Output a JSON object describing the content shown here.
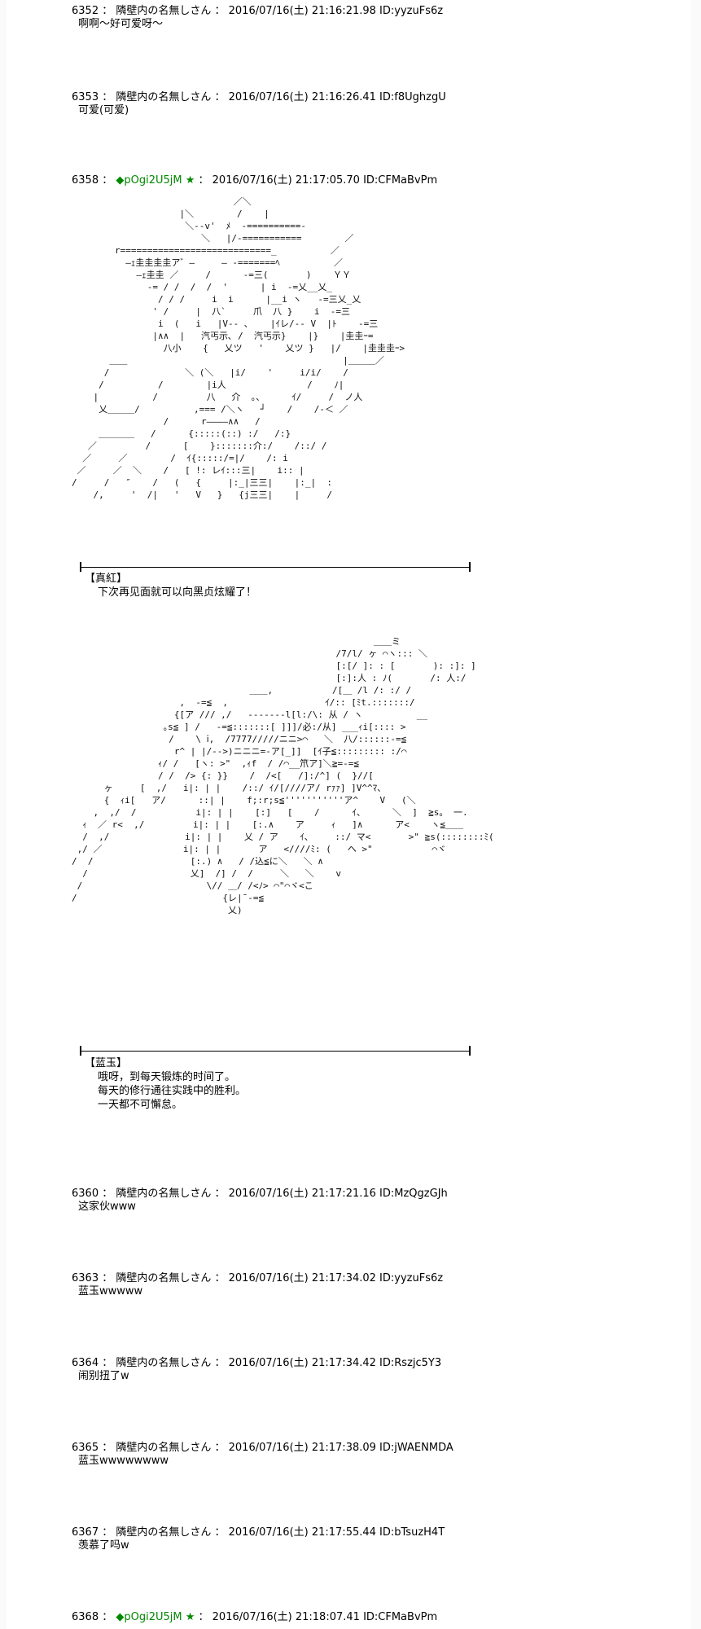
{
  "posts": [
    {
      "no": "6352",
      "name": "隣壁内の名無しさん",
      "date": "2016/07/16(土) 21:16:21.98",
      "id": "ID:yyzuFs6z",
      "text": "啊啊～好可爱呀～"
    },
    {
      "no": "6353",
      "name": "隣壁内の名無しさん",
      "date": "2016/07/16(土) 21:16:26.41",
      "id": "ID:f8UghzgU",
      "text": "可爱(可爱)"
    },
    {
      "no": "6358",
      "trip": "◆pOgi2U5jM",
      "star": "★",
      "date": "2016/07/16(土) 21:17:05.70",
      "id": "ID:CFMaBvPm"
    },
    {
      "no": "6360",
      "name": "隣壁内の名無しさん",
      "date": "2016/07/16(土) 21:17:21.16",
      "id": "ID:MzQgzGJh",
      "text": "这家伙www"
    },
    {
      "no": "6363",
      "name": "隣壁内の名無しさん",
      "date": "2016/07/16(土) 21:17:34.02",
      "id": "ID:yyzuFs6z",
      "text": "蓝玉wwwww"
    },
    {
      "no": "6364",
      "name": "隣壁内の名無しさん",
      "date": "2016/07/16(土) 21:17:34.42",
      "id": "ID:Rszjc5Y3",
      "text": "闹别扭了w"
    },
    {
      "no": "6365",
      "name": "隣壁内の名無しさん",
      "date": "2016/07/16(土) 21:17:38.09",
      "id": "ID:jWAENMDA",
      "text": "蓝玉wwwwwwww"
    },
    {
      "no": "6367",
      "name": "隣壁内の名無しさん",
      "date": "2016/07/16(土) 21:17:55.44",
      "id": "ID:bTsuzH4T",
      "text": "羡慕了吗w"
    },
    {
      "no": "6368",
      "trip": "◆pOgi2U5jM",
      "star": "★",
      "date": "2016/07/16(土) 21:18:07.41",
      "id": "ID:CFMaBvPm"
    }
  ],
  "scene1": {
    "speaker": "【真紅】",
    "lines": [
      "下次再见面就可以向黑贞炫耀了！"
    ],
    "art": "                              ／＼\n                    |＼        /    |\n                     ＼--v'  ﾒ  -==========-\n                        ＼   |/-===========        ／\n        r============================_          ／\n          ―ｪ圭圭圭圭ア゛―     ― -=======ﾍ          ／\n            ―ｪ圭圭 ／     /      -=三(       )    ＹＹ\n              -= / /  /  /  '      | i  -=乂__乂_\n                / / /     i  i      |__i ヽ   -=三乂_乂\n               ' /     |  八`     爪  八 }    i  -=三\n                i  (   i   |V-- ､    |ｲレ/-- V  |ﾄ    -=三\n               |∧∧  |   汽丐示､ /  汽丐示}    |}    |圭圭ｰ=\n                 八小    {   乂ツ   '    乂ツ }   |/    |圭圭圭ｰ>\n       ＿＿                                        |＿＿＿／\n      /              ＼ (＼   |i/    '     i/i/    /\n     /          /        |i人               /    ﾉ|\n    |          /         八   介  ｡、     ｲ/     /  ノ人\n     乂＿＿＿/          ,=== /＼ヽ   ┘    /    /-＜ ／\n                 /      r――――∧∧   /\n     ＿＿＿＿   /      {:::::(::) :/   /:}\n   ／         /      [    }:::::::介:/    /::/ /\n  ／     ／        /  ｲ{:::::/=|/    /: i\n ／     ／  ＼    /   [ !: レｲ:::三|    i:: |\n/     /   ″    /   (   {     |:_|三三|    |:_|  :\n    /,     '  /|   '   V   }   {j三三|    |     /"
  },
  "scene2": {
    "speaker": "【蓝玉】",
    "lines": [
      "哦呀，到每天锻炼的时间了。",
      "每天的修行通往实践中的胜利。",
      "一天都不可懈怠。"
    ],
    "art": "                                                        ＿＿ミ\n                                                 /7/l/ ヶ ⌒ヽ::: ＼\n                                                 [:[/ ]: : [       ): :]: ]\n                                                 [:]:人 : ﾉ(       /: 人:/\n                                 ＿＿,           /[＿ /l /: :/ /\n                    ,  -=≦  ,                  ｲ/:: [ﾐt.:::::::/\n                   {[ア /// ,/   -------l[l:/\\: 从 / ヽ          __\n                 ｡s≦ ] /   -=≦:::::::[ ]]]/必:/从] ___ｨi[:::: >\n                  /    \\ ⅰ,  /7777/////ニニ>⌒   ＼  八/::::::-=≦\n                   r^ | |/-->)ニニニ=-ア[_]]  [ｲ子≦::::::::: :/⌒\n                ｨ/ /   [ヽ: >\"  ,ｨf  / /⌒__笊ア]＼≧=-=≦\n                / /  /> {: }}    /  /<[   /]:/^] (  }//[\n      ヶ     [  ,/   i|: | |    /::/ ｲ/[////ア/ rｧｧ] ]V^^ﾏ、\n      {  ｨi[   ア/      ::| |    f;:r;s≦'''''''''''ア^    V   (＼\n    ,  ,/  /           i|: | |    [:]   [    /      ｲ、     ＼  ]  ≧s。 一.\n  ｨ  ／ r<  ,/         i|: | |    [:.∧    ア     ｨ   ]∧      ア<    ヽ≦＿＿\n  /  ,/              i|: | |    乂 / ア    ｲ、    ::/ マ<       >\" ≧s(::::::::ﾐ(\n ,/ ／               i|: | |       ア   <////ﾐ: (   ヘ >\"           ⌒ヾ\n/  /                  [:.) ∧   / /込≦に＼   ＼ ∧\n  /                   乂]  /] /  /     ＼   ＼    v\n /                       \\// ＿/ /<ﾉ> ⌒\"⌒ヾ<こ\n/                           {レ|¯-=≦\n                             乂)"
  }
}
